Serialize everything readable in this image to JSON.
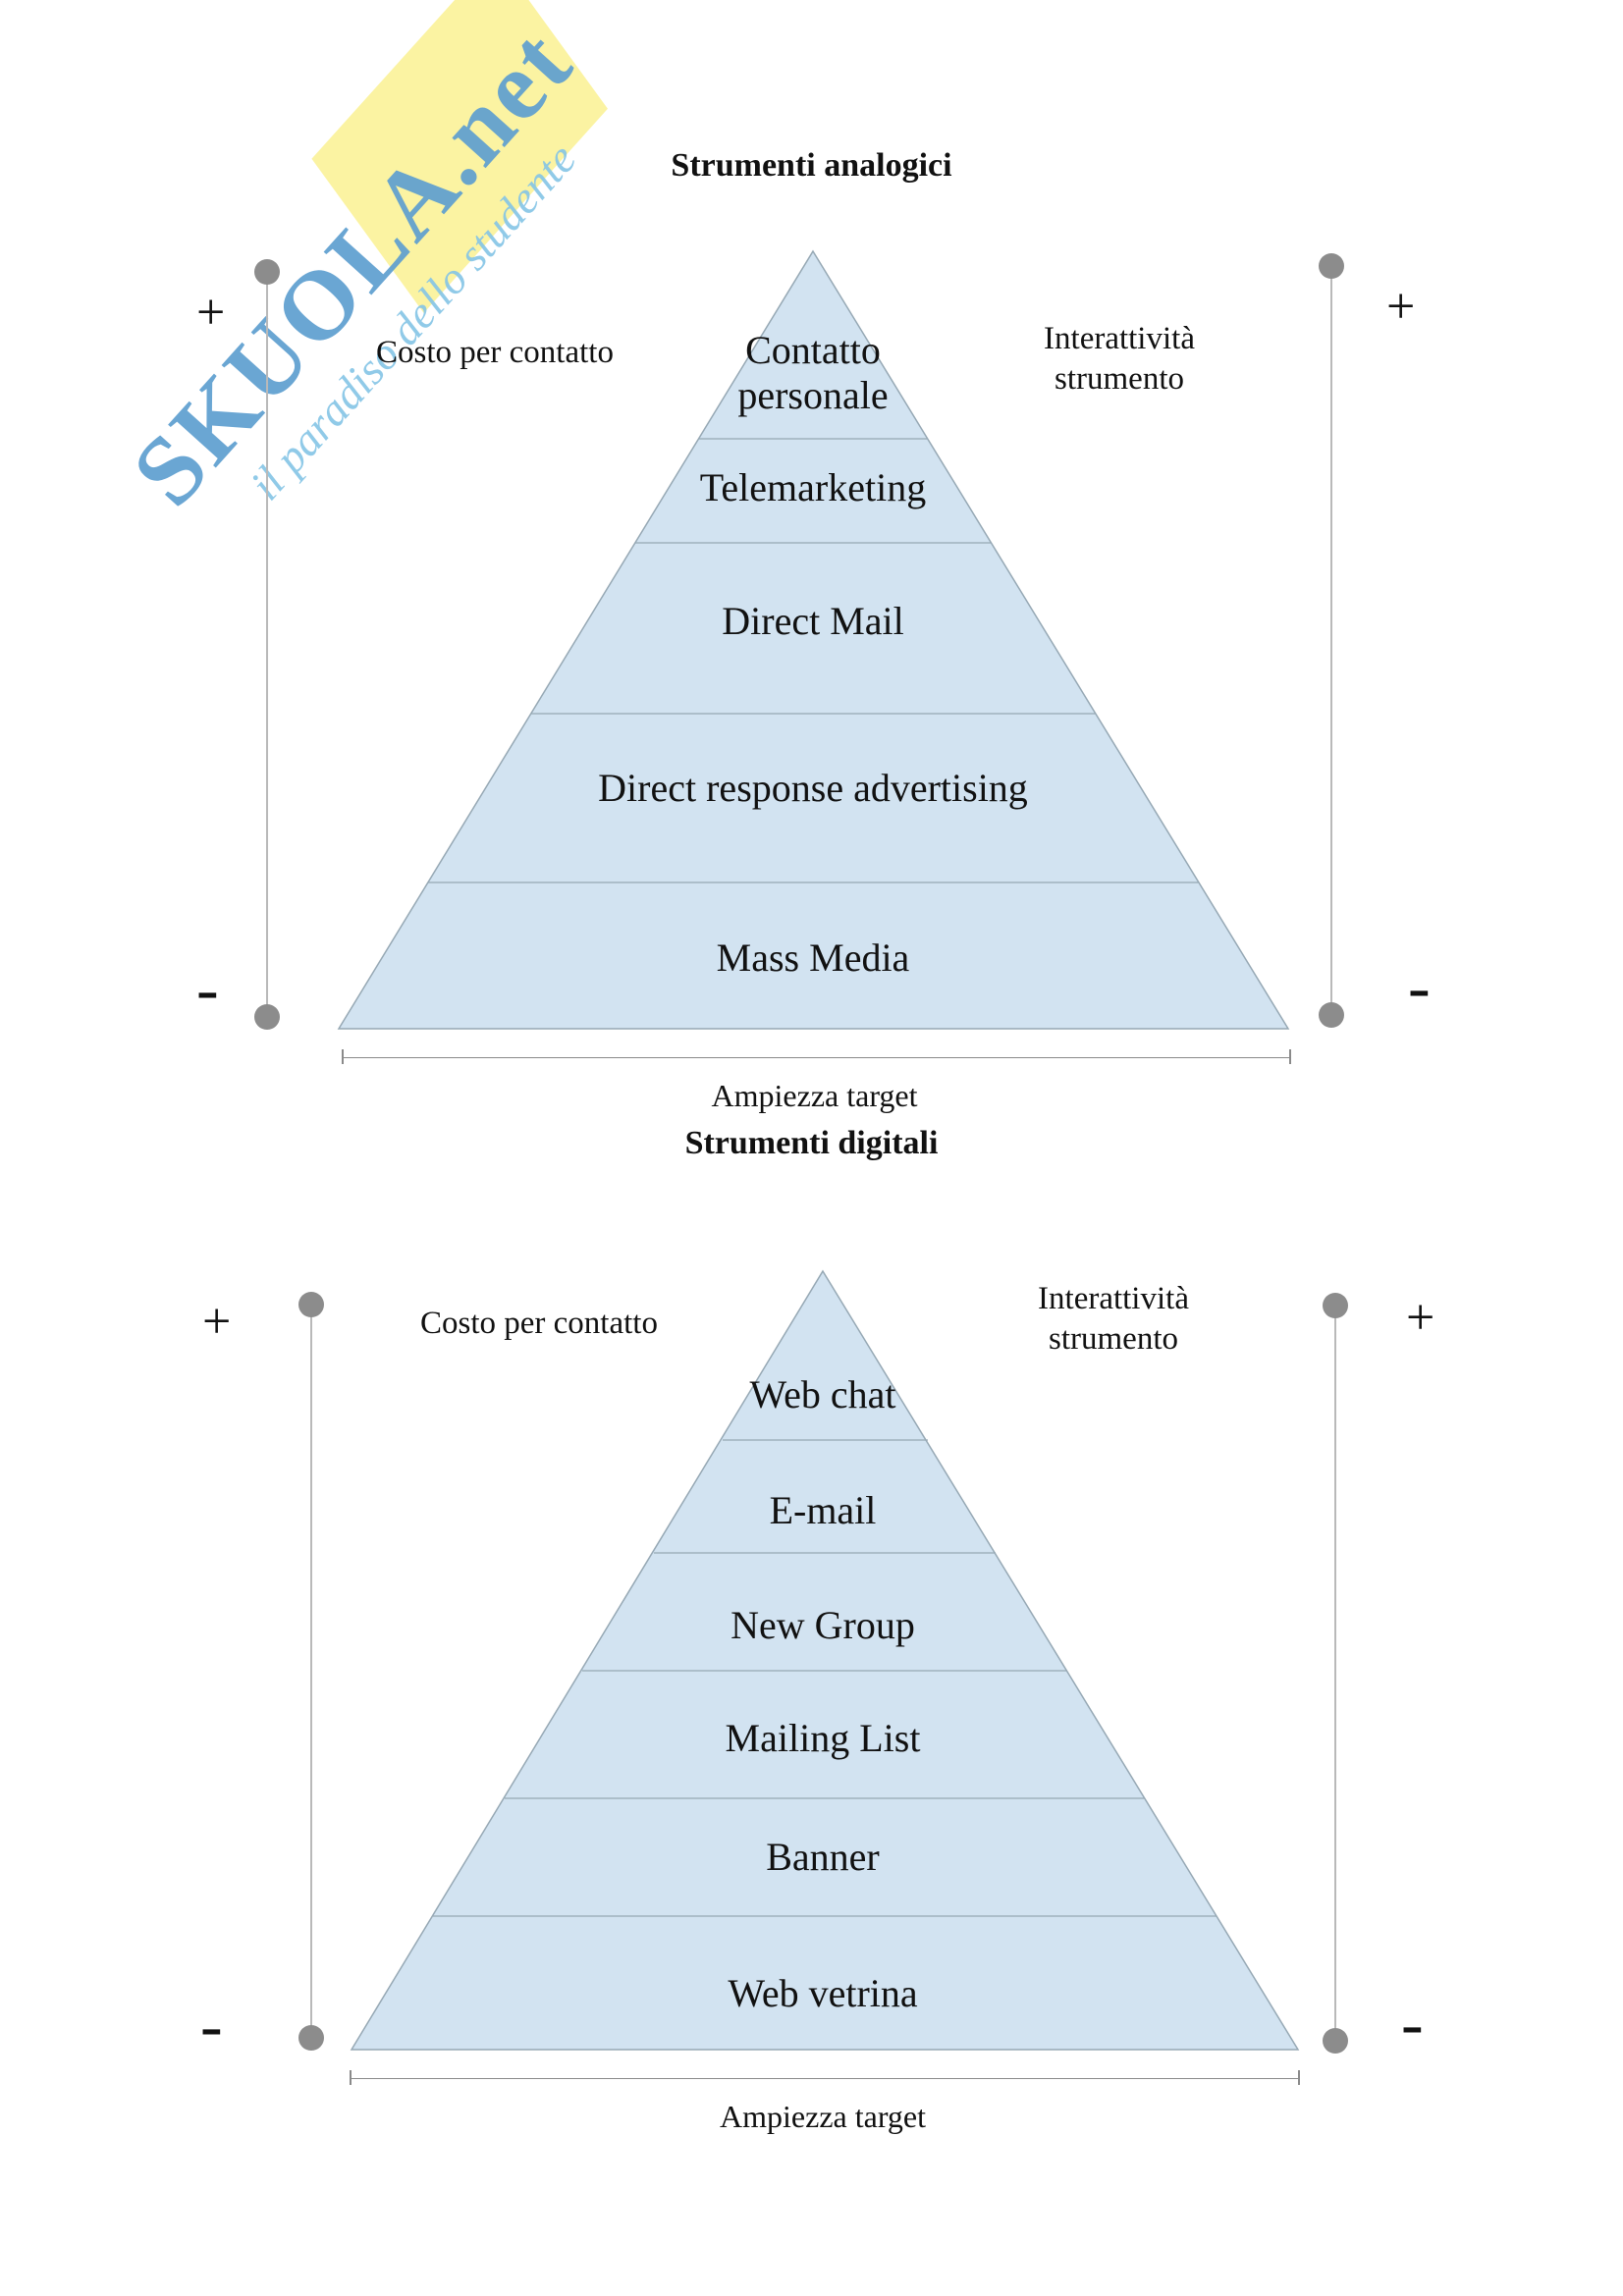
{
  "watermark": {
    "brand": "SKUOLA",
    "brand_suffix": ".net",
    "tagline": "il paradiso dello studente"
  },
  "diagrams": [
    {
      "title": "Strumenti analogici",
      "left_axis_label": "Costo per contatto",
      "right_axis_label": "Interattività strumento",
      "bottom_axis_label": "Ampiezza target",
      "axis_plus": "+",
      "axis_minus": "-",
      "levels": [
        "Contatto personale",
        "Telemarketing",
        "Direct Mail",
        "Direct response advertising",
        "Mass Media"
      ]
    },
    {
      "title": "Strumenti digitali",
      "left_axis_label": "Costo per contatto",
      "right_axis_label": "Interattività strumento",
      "bottom_axis_label": "Ampiezza target",
      "axis_plus": "+",
      "axis_minus": "-",
      "levels": [
        "Web chat",
        "E-mail",
        "New Group",
        "Mailing List",
        "Banner",
        "Web vetrina"
      ]
    }
  ],
  "colors": {
    "pyramid_fill": "#d2e3f1",
    "pyramid_stroke": "#96a8b4",
    "rail": "#b9b9b9",
    "dot": "#8c8c8c",
    "wm_blue": "#5e9fd0",
    "wm_light": "#85c5e6",
    "wm_yellow": "#fbf3a2"
  }
}
